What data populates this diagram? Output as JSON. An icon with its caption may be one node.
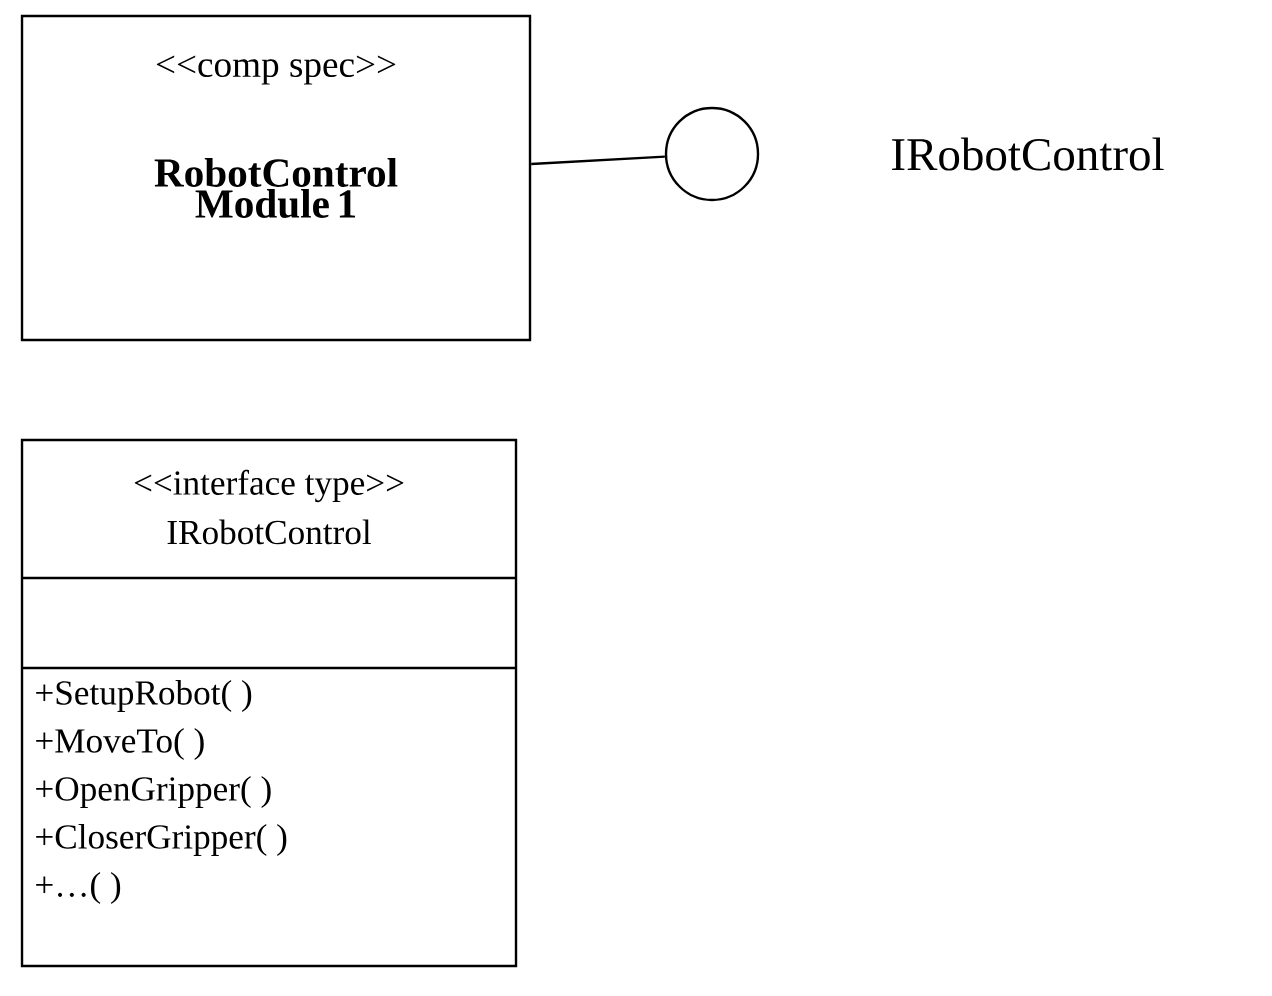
{
  "diagram": {
    "nodes": [
      {
        "text": [
          "<<comp spec>>",
          "RobotControl Module 1"
        ]
      },
      {
        "text": [],
        "shape": "circle",
        "beside": [
          "IRobotControl"
        ]
      },
      {
        "text": [
          "<<interface type>>",
          "IRobotControl",
          "+SetupRobot( )",
          "+MoveTo( )",
          "+OpenGripper( )",
          "+CloserGripper( )",
          "+…( )"
        ]
      }
    ],
    "edges": [
      {
        "from": 0,
        "to": 1,
        "arrow": "none"
      }
    ]
  }
}
